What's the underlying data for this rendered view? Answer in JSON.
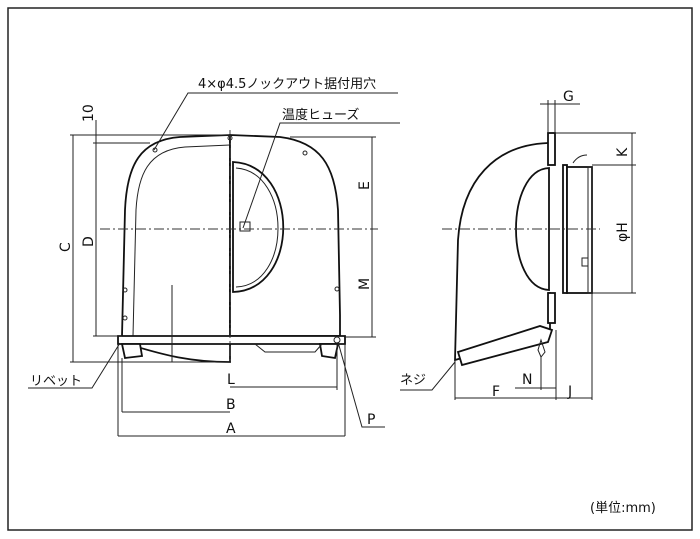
{
  "drawing": {
    "callouts": {
      "knockout_holes": "4×φ4.5ノックアウト据付用穴",
      "thermal_fuse": "温度ヒューズ",
      "rivet": "リベット",
      "screw": "ネジ"
    },
    "dimensions": {
      "ten": "10",
      "A": "A",
      "B": "B",
      "C": "C",
      "D": "D",
      "E": "E",
      "F": "F",
      "G": "G",
      "H": "φH",
      "J": "J",
      "K": "K",
      "L": "L",
      "M": "M",
      "N": "N",
      "P": "P"
    },
    "unit_note": "(単位:mm)"
  }
}
